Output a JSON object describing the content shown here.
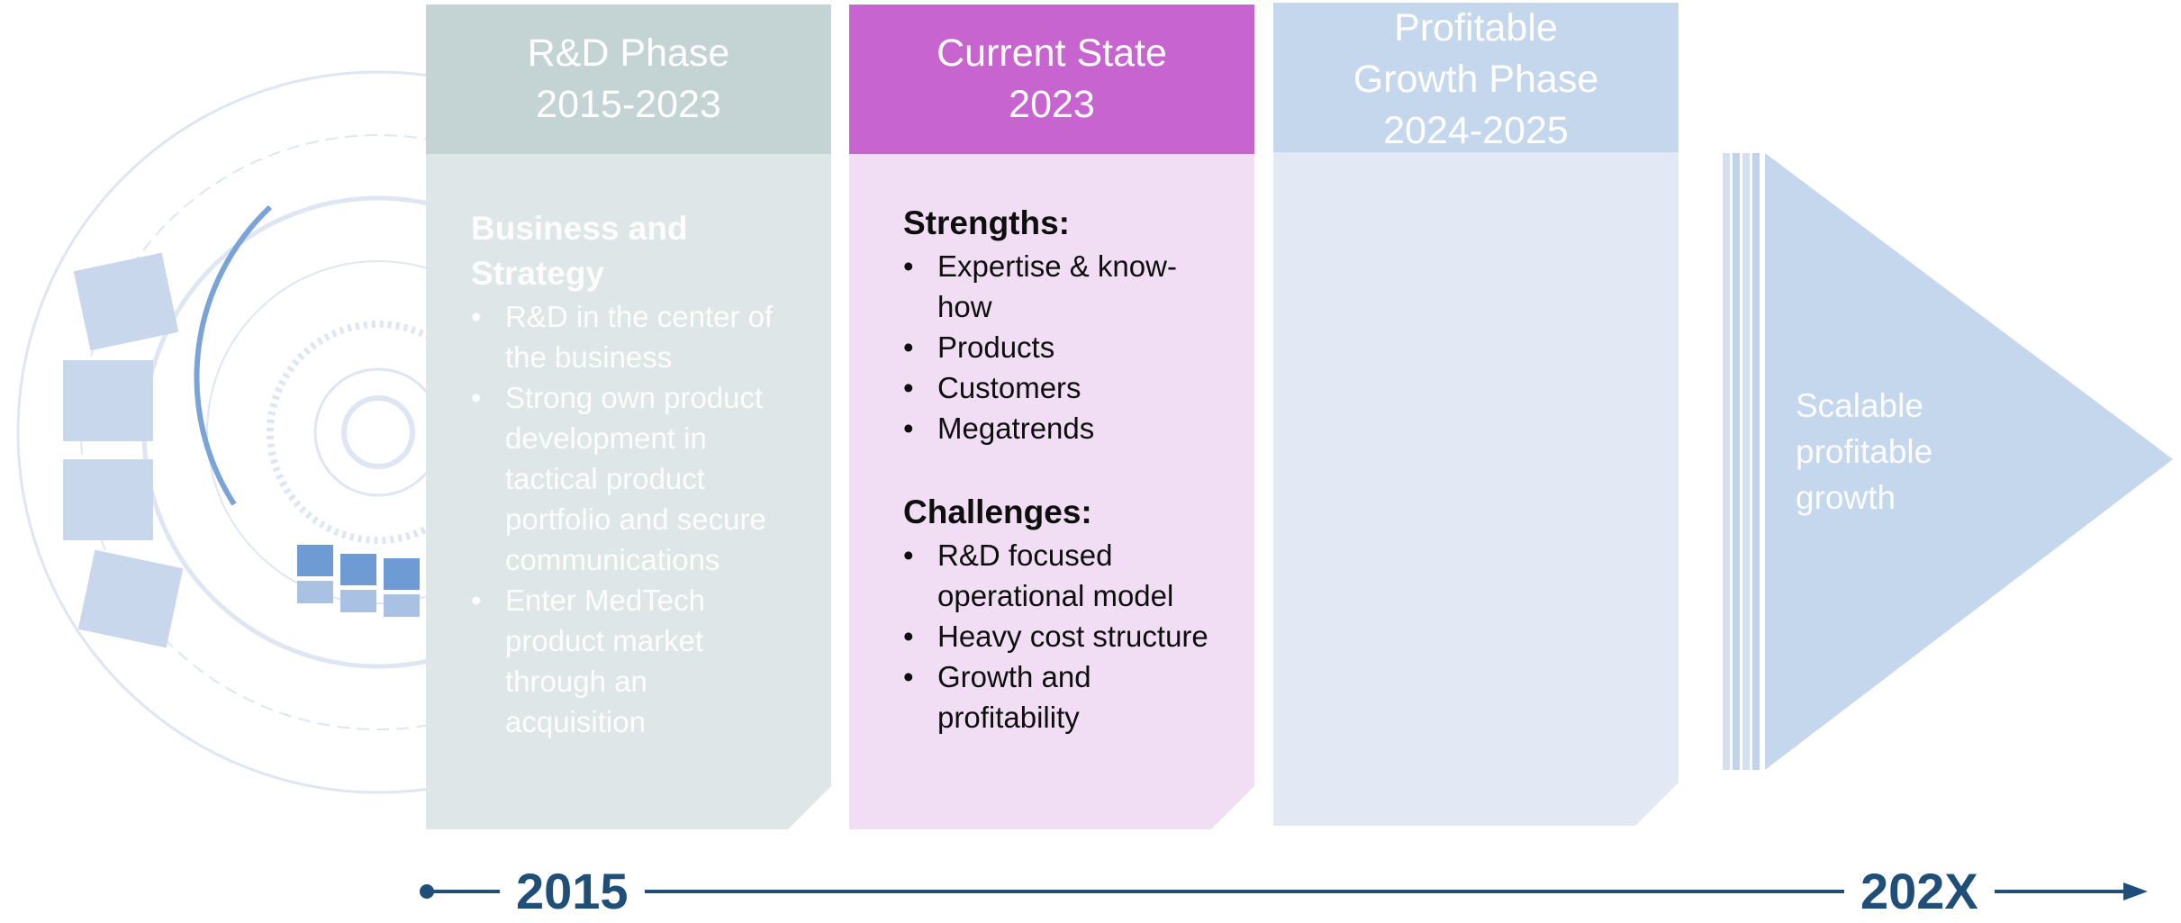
{
  "phases": [
    {
      "title_line1": "R&D Phase",
      "title_line2": "2015-2023",
      "section_title": "Business and Strategy",
      "items": [
        "R&D in the center of the business",
        "Strong own product development in tactical product portfolio and secure communications",
        "Enter MedTech product market through an acquisition"
      ]
    },
    {
      "title_line1": "Current State",
      "title_line2": "2023",
      "strengths_title": "Strengths:",
      "strengths": [
        "Expertise & know-how",
        "Products",
        "Customers",
        "Megatrends"
      ],
      "challenges_title": "Challenges:",
      "challenges": [
        "R&D focused operational model",
        "Heavy cost structure",
        "Growth and profitability"
      ]
    },
    {
      "title_line1": "Profitable",
      "title_line2": "Growth Phase",
      "title_line3": "2024-2025"
    }
  ],
  "arrow_text": "Scalable profitable growth",
  "timeline": {
    "start_label": "2015",
    "end_label": "202X"
  },
  "colors": {
    "rnd_header": "#c4d3d3",
    "current_header": "#c764cf",
    "growth_header": "#c5d7ec",
    "timeline": "#1f4e79"
  }
}
